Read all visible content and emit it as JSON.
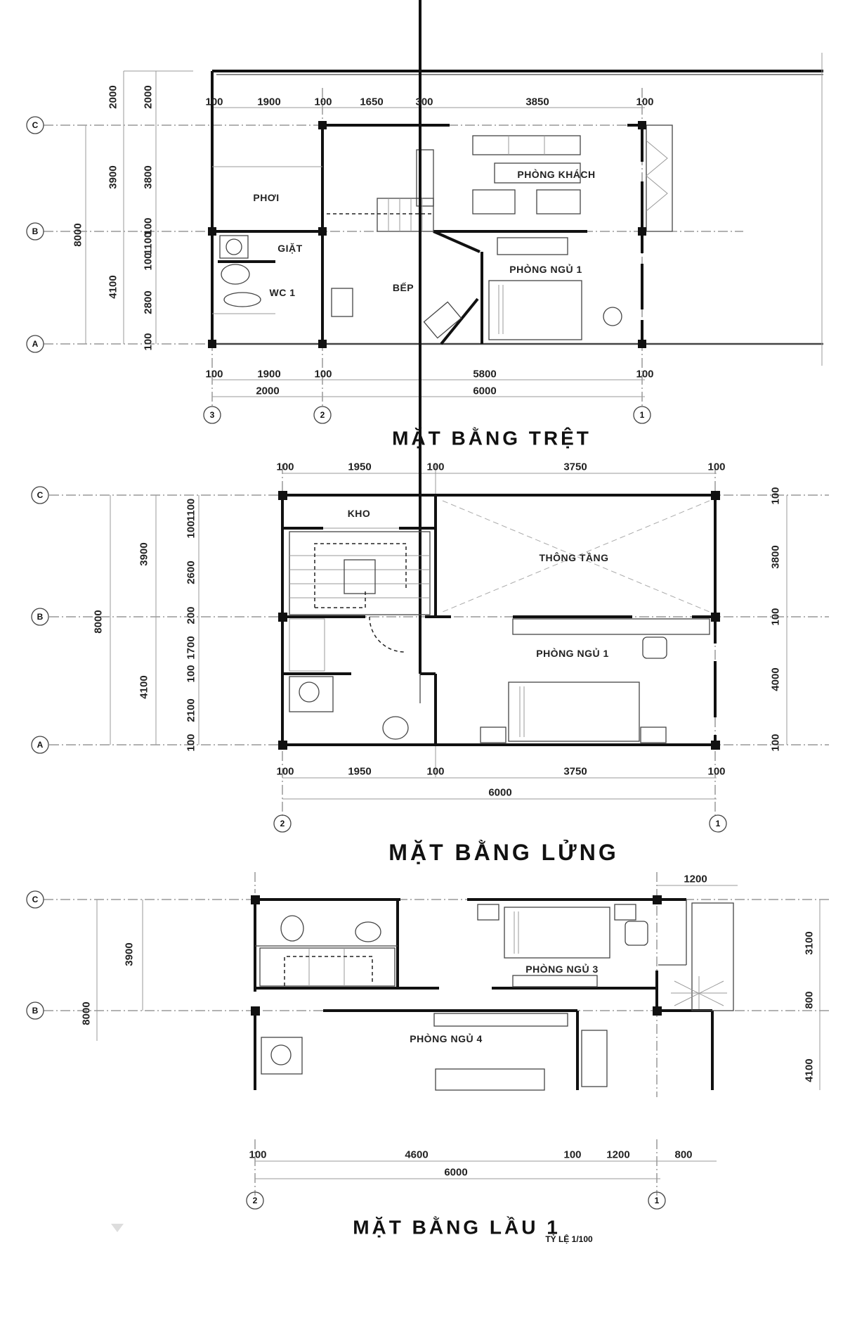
{
  "plans": [
    {
      "title": "MẶT BẰNG TRỆT",
      "rooms": [
        "PHƠI",
        "GIẶT",
        "WC 1",
        "BẾP",
        "PHÒNG NGỦ 1",
        "PHÒNG KHÁCH"
      ],
      "grid_rows": [
        "C",
        "B",
        "A"
      ],
      "grid_cols": [
        "3",
        "2",
        "1"
      ],
      "dims_top": [
        "100",
        "1900",
        "100",
        "1650",
        "300",
        "3850",
        "100"
      ],
      "dims_bottom": [
        "100",
        "1900",
        "100",
        "5800",
        "100"
      ],
      "dims_total": [
        "2000",
        "6000"
      ],
      "dims_left": [
        "2000",
        "2000",
        "3900",
        "3800",
        "8000",
        "100",
        "1100",
        "100",
        "4100",
        "2800",
        "100"
      ]
    },
    {
      "title": "MẶT BẰNG LỬNG",
      "rooms": [
        "KHO",
        "THÔNG TẦNG",
        "PHÒNG NGỦ 1"
      ],
      "grid_rows": [
        "C",
        "B",
        "A"
      ],
      "grid_cols": [
        "2",
        "1"
      ],
      "dims_top": [
        "100",
        "1950",
        "100",
        "3750",
        "100"
      ],
      "dims_bottom": [
        "100",
        "1950",
        "100",
        "3750",
        "100"
      ],
      "dims_total": [
        "6000"
      ],
      "dims_left": [
        "8000",
        "3900",
        "4100",
        "1100",
        "100",
        "2600",
        "200",
        "1700",
        "100",
        "2100",
        "100"
      ],
      "dims_right": [
        "100",
        "3800",
        "100",
        "4000",
        "100"
      ]
    },
    {
      "title": "MẶT BẰNG LẦU 1",
      "scale_note": "TỶ LỆ 1/100",
      "rooms": [
        "PHÒNG NGỦ 3",
        "PHÒNG NGỦ 4"
      ],
      "grid_rows": [
        "C",
        "B"
      ],
      "grid_cols": [
        "2",
        "1"
      ],
      "dims_top": [
        "1200"
      ],
      "dims_bottom": [
        "100",
        "4600",
        "100",
        "1200",
        "800"
      ],
      "dims_total": [
        "6000"
      ],
      "dims_left": [
        "3900",
        "8000"
      ],
      "dims_right": [
        "3100",
        "800",
        "4100"
      ]
    }
  ]
}
